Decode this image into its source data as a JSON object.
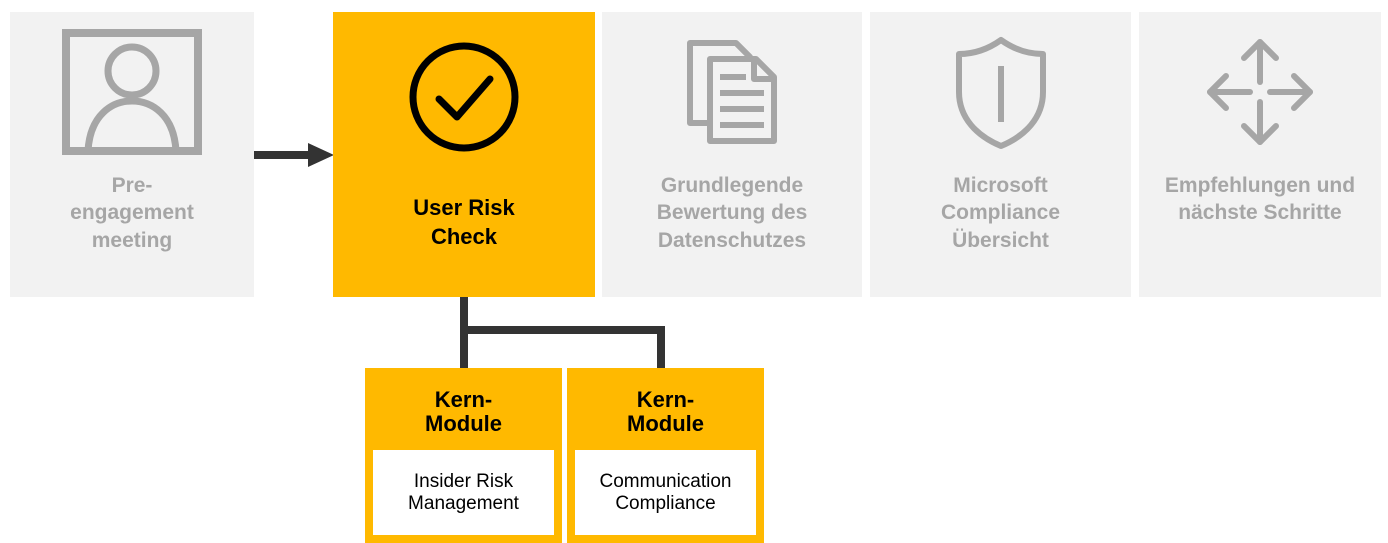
{
  "colors": {
    "accent": "#ffb900",
    "inactive_bg": "#f2f2f2",
    "inactive_text": "#a6a6a6",
    "icon_inactive": "#a6a6a6",
    "arrow": "#333333"
  },
  "steps": [
    {
      "label": "Pre-\nengagement\nmeeting",
      "icon": "person-icon",
      "active": false
    },
    {
      "label": "User Risk\nCheck",
      "icon": "checkmark-circle-icon",
      "active": true
    },
    {
      "label": "Grundlegende\nBewertung des\nDatenschutzes",
      "icon": "documents-icon",
      "active": false
    },
    {
      "label": "Microsoft\nCompliance\nÜbersicht",
      "icon": "shield-icon",
      "active": false
    },
    {
      "label": "Empfehlungen und\nnächste Schritte",
      "icon": "move-arrows-icon",
      "active": false
    }
  ],
  "modules": [
    {
      "title": "Kern-\nModule",
      "name": "Insider Risk\nManagement"
    },
    {
      "title": "Kern-\nModule",
      "name": "Communication\nCompliance"
    }
  ]
}
